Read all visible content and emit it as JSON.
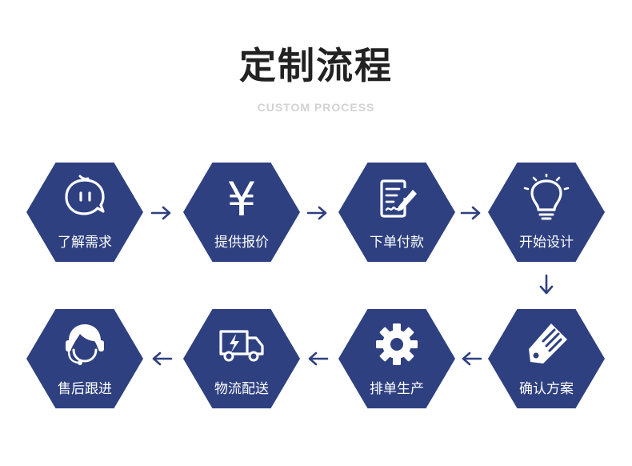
{
  "header": {
    "title": "定制流程",
    "subtitle": "CUSTOM PROCESS"
  },
  "colors": {
    "hexagon": "#2e4080",
    "arrow": "#2e4080",
    "label": "#ffffff"
  },
  "steps": [
    {
      "label": "了解需求",
      "icon": "chat-bubble-face-icon"
    },
    {
      "label": "提供报价",
      "icon": "yen-icon"
    },
    {
      "label": "下单付款",
      "icon": "document-sign-icon"
    },
    {
      "label": "开始设计",
      "icon": "lightbulb-icon"
    },
    {
      "label": "确认方案",
      "icon": "tag-pen-icon"
    },
    {
      "label": "排单生产",
      "icon": "gear-icon"
    },
    {
      "label": "物流配送",
      "icon": "delivery-truck-icon"
    },
    {
      "label": "售后跟进",
      "icon": "headset-support-icon"
    }
  ],
  "icon_glyphs": {
    "yen": "¥"
  }
}
